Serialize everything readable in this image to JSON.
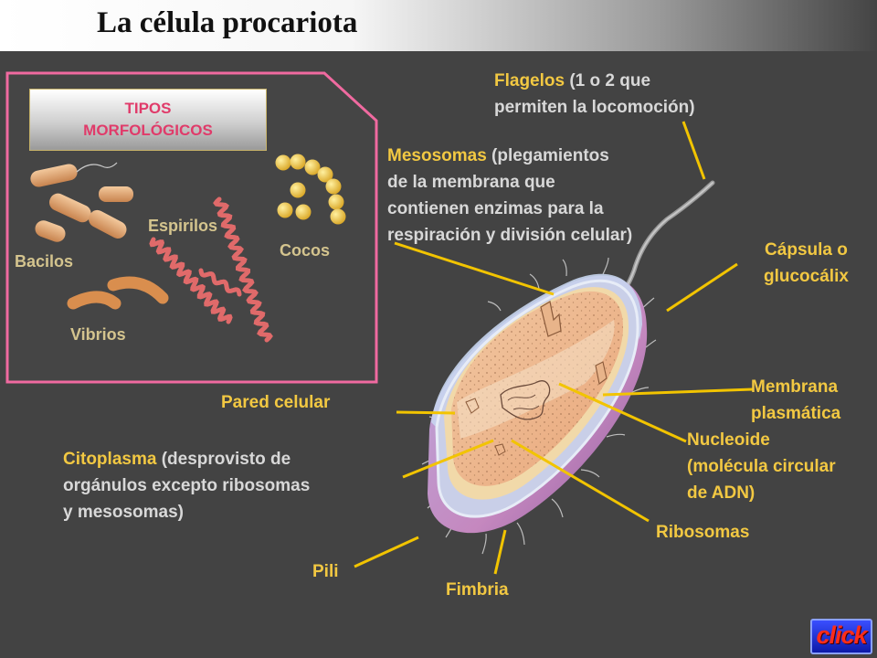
{
  "title": "La célula procariota",
  "morphology": {
    "header_line1": "TIPOS",
    "header_line2": "MORFOLÓGICOS",
    "bacilos": "Bacilos",
    "espirilos": "Espirilos",
    "cocos": "Cocos",
    "vibrios": "Vibrios"
  },
  "labels": {
    "flagelos": {
      "name": "Flagelos",
      "line1_desc": " (1 o 2 que",
      "line2": "permiten la locomoción)"
    },
    "mesosomas": {
      "name": "Mesosomas",
      "line1_desc": " (plegamientos",
      "line2": "de la membrana que",
      "line3": "contienen enzimas para la",
      "line4": "respiración y división celular)"
    },
    "capsula": {
      "line1": "Cápsula o",
      "line2": "glucocálix"
    },
    "membrana": {
      "line1": "Membrana",
      "line2": "plasmática"
    },
    "nucleoide": {
      "line1": "Nucleoide",
      "line2": "(molécula circular",
      "line3": "de ADN)"
    },
    "pared": "Pared celular",
    "citoplasma": {
      "name": "Citoplasma",
      "line1_desc": " (desprovisto de",
      "line2": "orgánulos excepto ribosomas",
      "line3": "y mesosomas)"
    },
    "ribosomas": "Ribosomas",
    "pili": "Pili",
    "fimbria": "Fimbria"
  },
  "click_button": "click",
  "colors": {
    "background": "#434343",
    "label_yellow": "#f2c842",
    "leader_line": "#f2c400",
    "panel_border": "#f06aa0",
    "header_text": "#e03b6a"
  }
}
